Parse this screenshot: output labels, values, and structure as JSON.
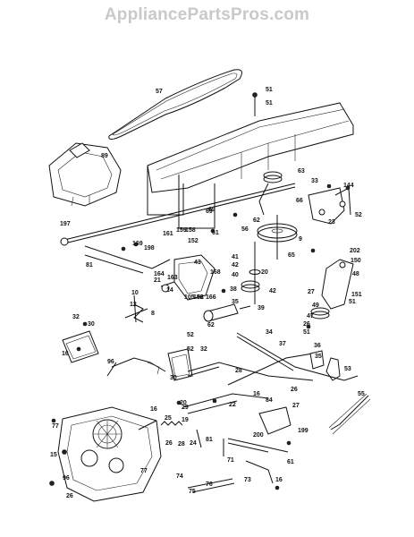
{
  "watermark": "AppliancePartsPros.com",
  "labels": [
    "57",
    "51",
    "51",
    "89",
    "63",
    "33",
    "144",
    "66",
    "69",
    "62",
    "69",
    "52",
    "23",
    "9",
    "197",
    "161",
    "159",
    "158",
    "61",
    "56",
    "198",
    "152",
    "169",
    "65",
    "202",
    "81",
    "43",
    "41",
    "42",
    "40",
    "20",
    "150",
    "48",
    "164",
    "163",
    "168",
    "21",
    "14",
    "38",
    "42",
    "27",
    "10",
    "105",
    "82",
    "158",
    "166",
    "151",
    "12",
    "49",
    "8",
    "62",
    "35",
    "39",
    "47",
    "51",
    "26",
    "51",
    "32",
    "30",
    "36",
    "35",
    "52",
    "34",
    "37",
    "52",
    "16",
    "32",
    "96",
    "30",
    "53",
    "28",
    "26",
    "16",
    "22",
    "55",
    "20",
    "29",
    "84",
    "27",
    "16",
    "25",
    "19",
    "199",
    "26",
    "28",
    "24",
    "200",
    "81",
    "71",
    "61",
    "77",
    "77",
    "15",
    "96",
    "74",
    "73",
    "75",
    "76",
    "16",
    "26"
  ]
}
